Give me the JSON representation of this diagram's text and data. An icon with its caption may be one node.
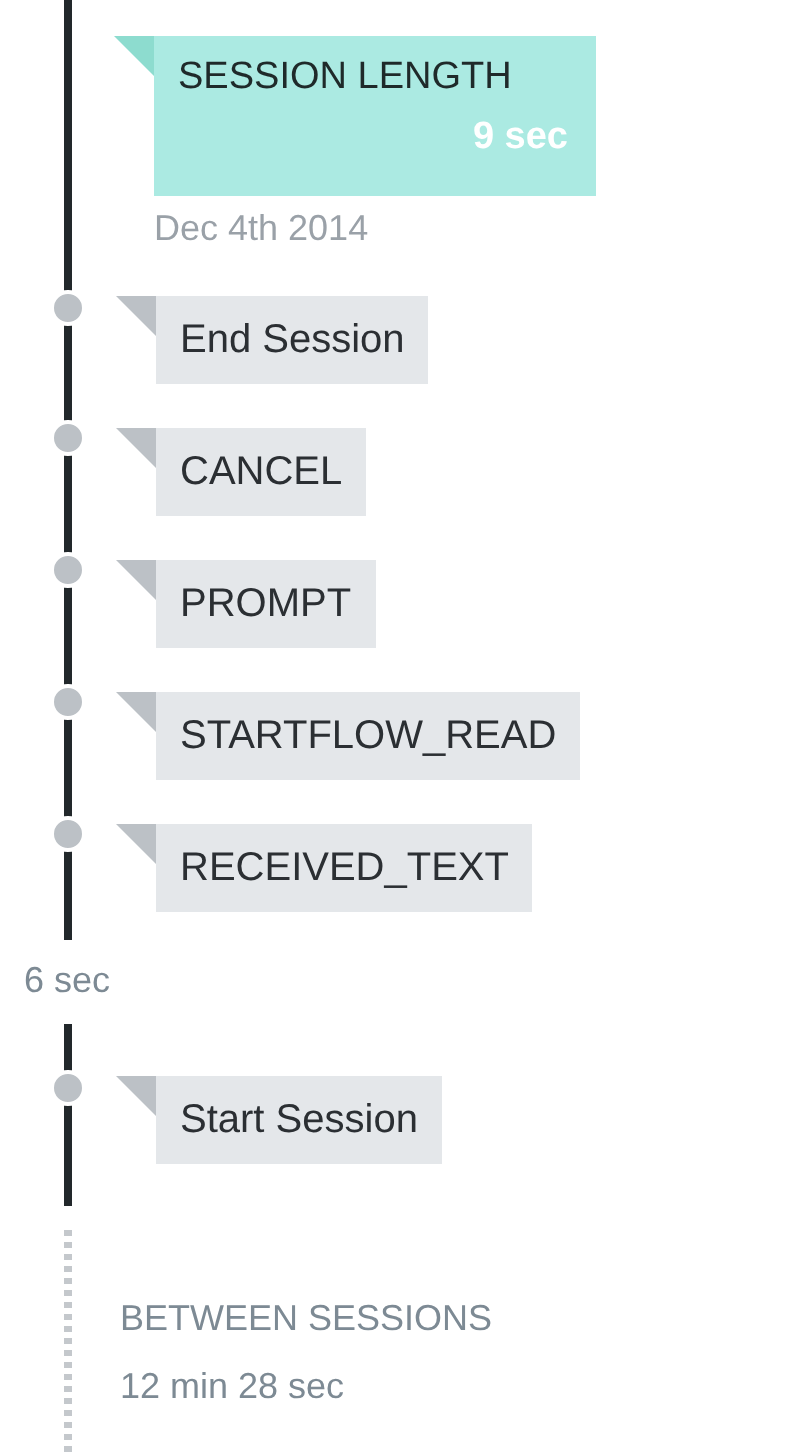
{
  "diagram": {
    "nodes": [
      {
        "text": [
          "SESSION LENGTH",
          "9 sec"
        ],
        "beside": [
          "Dec 4th 2014"
        ]
      },
      {
        "text": [
          "End Session"
        ]
      },
      {
        "text": [
          "CANCEL"
        ]
      },
      {
        "text": [
          "PROMPT"
        ]
      },
      {
        "text": [
          "STARTFLOW_READ"
        ]
      },
      {
        "text": [
          "RECEIVED_TEXT"
        ]
      },
      {
        "text": [
          "Start Session"
        ]
      }
    ],
    "labels": [
      "6 sec",
      "BETWEEN SESSIONS",
      "12 min 28 sec"
    ]
  }
}
